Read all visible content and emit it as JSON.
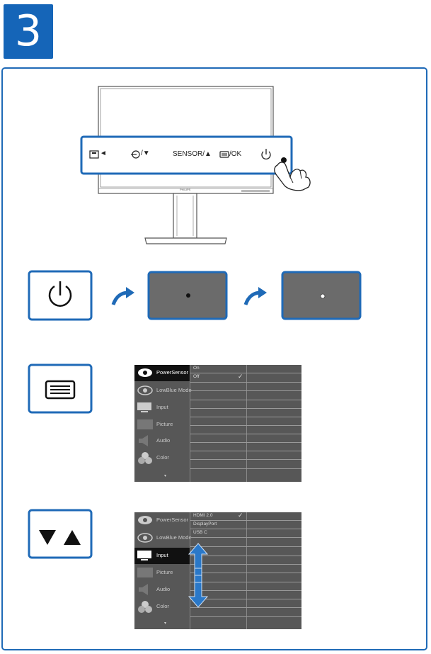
{
  "step": {
    "number": "3"
  },
  "monitor": {
    "keys": [
      {
        "name": "menu-left-key",
        "label": "◄"
      },
      {
        "name": "input-down-key",
        "label": "/▼"
      },
      {
        "name": "sensor-up-key",
        "label": "SENSOR/▲"
      },
      {
        "name": "menu-ok-key",
        "label": "/OK"
      }
    ],
    "brand": "PHILIPS"
  },
  "menu1": {
    "items": [
      "PowerSensor",
      "LowBlue Mode",
      "Input",
      "Picture",
      "Audio",
      "Color"
    ],
    "active_index": 0,
    "options": [
      "On",
      "Off"
    ],
    "checked_index": 1
  },
  "menu2": {
    "items": [
      "PowerSensor",
      "LowBlue Mode",
      "Input",
      "Picture",
      "Audio",
      "Color"
    ],
    "active_index": 2,
    "options": [
      "HDMI 2.0",
      "DisplayPort",
      "USB C"
    ],
    "checked_index": 0
  },
  "colors": {
    "accent": "#1f6ab7",
    "badge": "#1565b8",
    "screen_gray": "#6b6b6b",
    "menu_gray": "#575757"
  }
}
